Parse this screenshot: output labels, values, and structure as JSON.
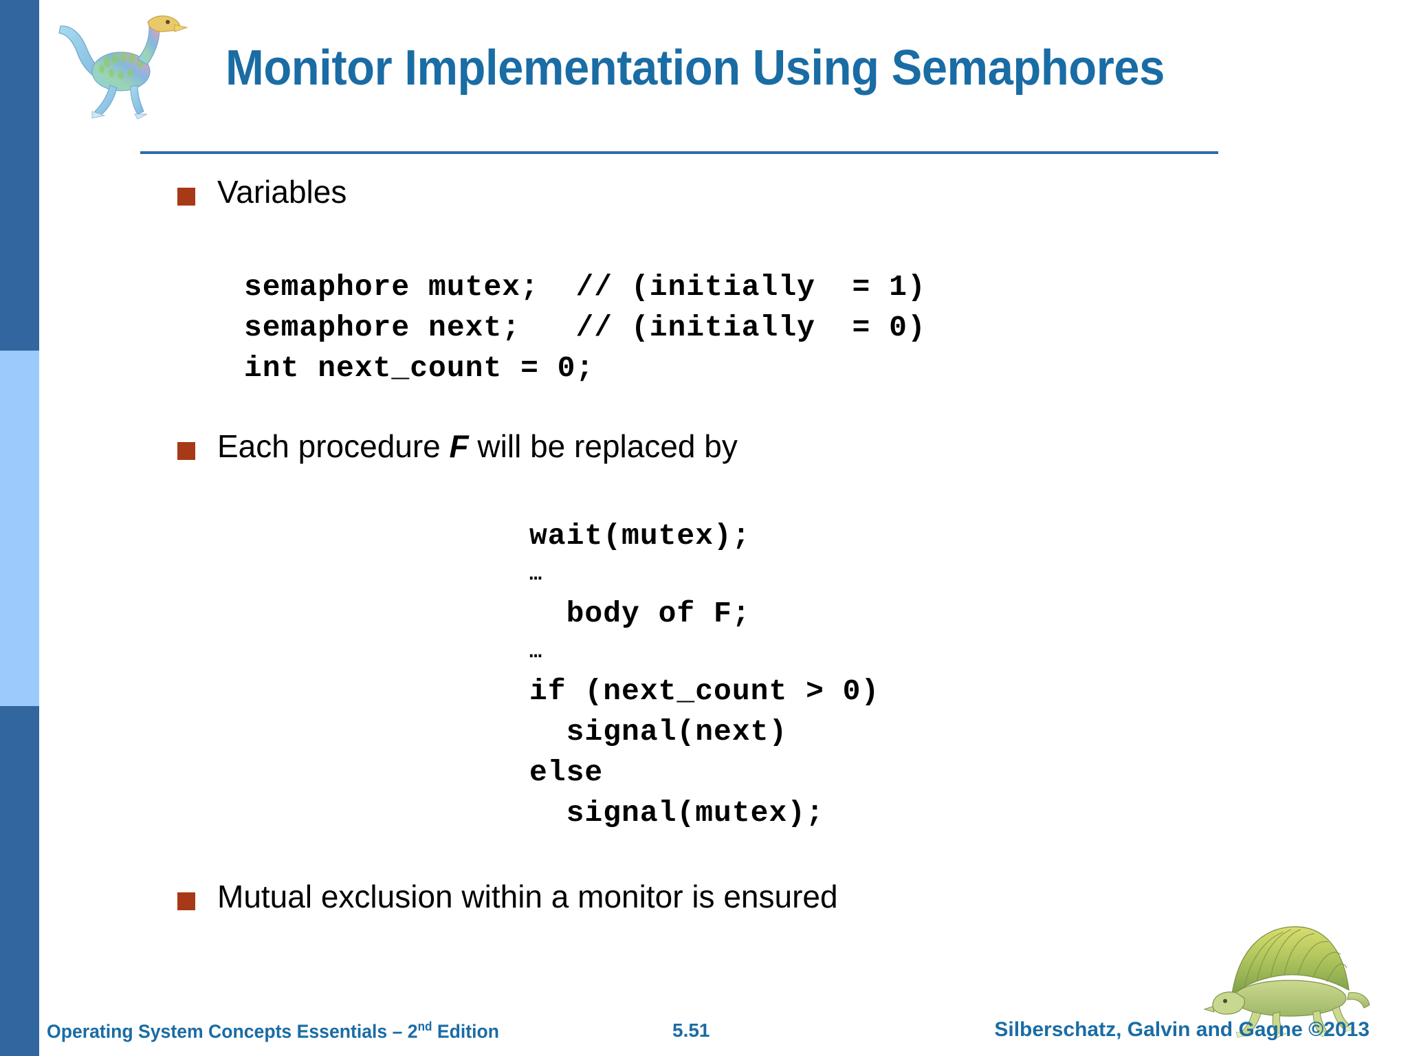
{
  "slide": {
    "title": "Monitor Implementation Using Semaphores",
    "title_color": "#1A6CA4",
    "bullet_color": "#A63A16",
    "rail_dark_color": "#31679E",
    "rail_light_color": "#9CCAFC"
  },
  "bullets": [
    {
      "text_before": "Variables",
      "emphasis": "",
      "text_after": ""
    },
    {
      "text_before": "Each procedure ",
      "emphasis": "F",
      "text_after": " will be replaced by"
    },
    {
      "text_before": "Mutual exclusion within a monitor is ensured",
      "emphasis": "",
      "text_after": ""
    }
  ],
  "code_variables": {
    "lines": [
      "semaphore mutex;  // (initially  = 1)",
      "semaphore next;   // (initially  = 0)",
      "int next_count = 0;"
    ],
    "text": "semaphore mutex;  // (initially  = 1)\nsemaphore next;   // (initially  = 0)\nint next_count = 0;"
  },
  "code_procedure": {
    "line_wait": "wait(mutex);",
    "ellipsis_1": "…",
    "line_body": "  body of F;",
    "ellipsis_2": "…",
    "line_if": "if (next_count > 0)",
    "line_signal_next": "  signal(next)",
    "line_else": "else",
    "line_signal_mutex": "  signal(mutex);"
  },
  "footer": {
    "left_main": "Operating System Concepts Essentials – 2",
    "left_sup": "nd",
    "left_tail": " Edition",
    "page_number": "5.51",
    "right": "Silberschatz, Galvin and Gagne ©2013"
  },
  "icons": {
    "dino_top": "dinosaur-illustration",
    "dino_bottom": "dimetrodon-illustration"
  }
}
